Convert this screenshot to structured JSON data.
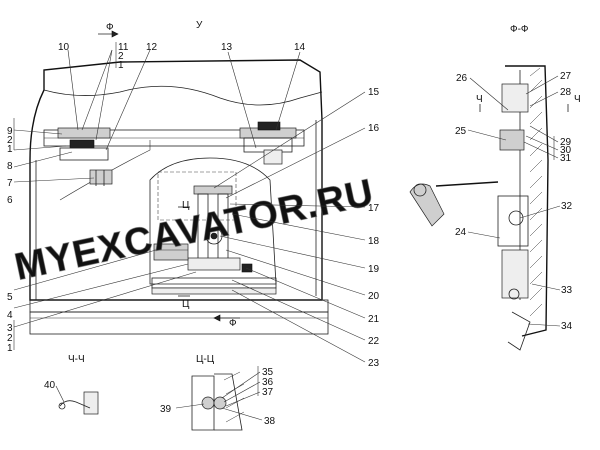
{
  "views": {
    "main": "У",
    "section_f": "Ф-Ф",
    "section_ch": "Ч-Ч",
    "section_ts": "Ц-Ц"
  },
  "cut_markers": {
    "f_top": "Ф",
    "f_bottom": "Ф",
    "ch_left": "Ч",
    "ch_right": "Ч",
    "ts_upper": "Ц",
    "ts_lower": "Ц"
  },
  "callouts": {
    "c1a": "1",
    "c2a": "2",
    "c3a": "3",
    "c1b": "1",
    "c2b": "2",
    "c9": "9",
    "c1c": "1",
    "c2c": "2",
    "c11": "11",
    "c4": "4",
    "c5": "5",
    "c6": "6",
    "c7": "7",
    "c8": "8",
    "c10": "10",
    "c12": "12",
    "c13": "13",
    "c14": "14",
    "c15": "15",
    "c16": "16",
    "c17": "17",
    "c18": "18",
    "c19": "19",
    "c20": "20",
    "c21": "21",
    "c22": "22",
    "c23": "23",
    "c24": "24",
    "c25": "25",
    "c26": "26",
    "c27": "27",
    "c28": "28",
    "c29": "29",
    "c30": "30",
    "c31": "31",
    "c32": "32",
    "c33": "33",
    "c34": "34",
    "c35": "35",
    "c36": "36",
    "c37": "37",
    "c38": "38",
    "c39": "39",
    "c40": "40"
  },
  "watermark": "MYEXCAVATOR.RU"
}
